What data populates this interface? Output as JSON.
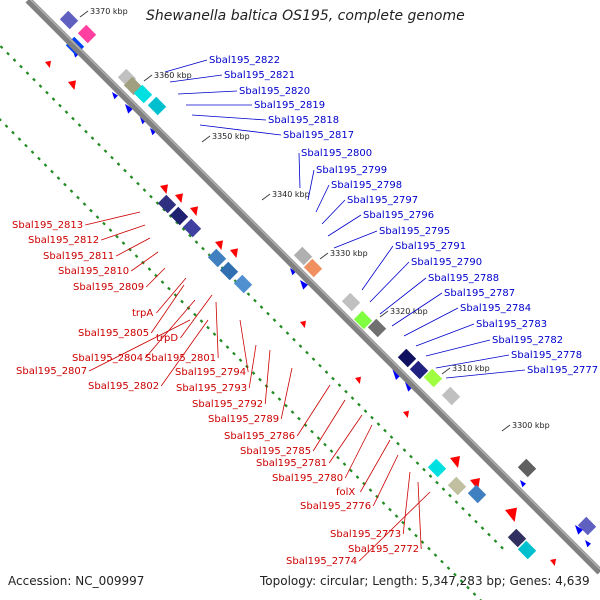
{
  "title": "Shewanella baltica OS195, complete genome",
  "accession": "Accession: NC_009997",
  "topology": "Topology: circular; Length: 5,347,283 bp; Genes: 4,639",
  "colors": {
    "backbone": "#808080",
    "forward_strand": "#ff0000",
    "reverse_strand": "#0000ff",
    "forward_label": "#cc0000",
    "reverse_label": "#0000cc",
    "gc_dots": "#228b22"
  },
  "scale_marks": [
    {
      "label": "3370 kbp"
    },
    {
      "label": "3360 kbp"
    },
    {
      "label": "3350 kbp"
    },
    {
      "label": "3340 kbp"
    },
    {
      "label": "3330 kbp"
    },
    {
      "label": "3320 kbp"
    },
    {
      "label": "3310 kbp"
    },
    {
      "label": "3300 kbp"
    }
  ],
  "genes_reverse": [
    "Sbal195_2822",
    "Sbal195_2821",
    "Sbal195_2820",
    "Sbal195_2819",
    "Sbal195_2818",
    "Sbal195_2817",
    "Sbal195_2800",
    "Sbal195_2799",
    "Sbal195_2798",
    "Sbal195_2797",
    "Sbal195_2796",
    "Sbal195_2795",
    "Sbal195_2791",
    "Sbal195_2790",
    "Sbal195_2788",
    "Sbal195_2787",
    "Sbal195_2784",
    "Sbal195_2783",
    "Sbal195_2782",
    "Sbal195_2778",
    "Sbal195_2777"
  ],
  "genes_forward": [
    "Sbal195_2813",
    "Sbal195_2812",
    "Sbal195_2811",
    "Sbal195_2810",
    "Sbal195_2809",
    "trpA",
    "Sbal195_2805",
    "trpD",
    "Sbal195_2804",
    "Sbal195_2801",
    "Sbal195_2807",
    "Sbal195_2794",
    "Sbal195_2802",
    "Sbal195_2793",
    "Sbal195_2792",
    "Sbal195_2789",
    "Sbal195_2786",
    "Sbal195_2785",
    "Sbal195_2781",
    "Sbal195_2780",
    "folX",
    "Sbal195_2776",
    "Sbal195_2773",
    "Sbal195_2772",
    "Sbal195_2774"
  ]
}
